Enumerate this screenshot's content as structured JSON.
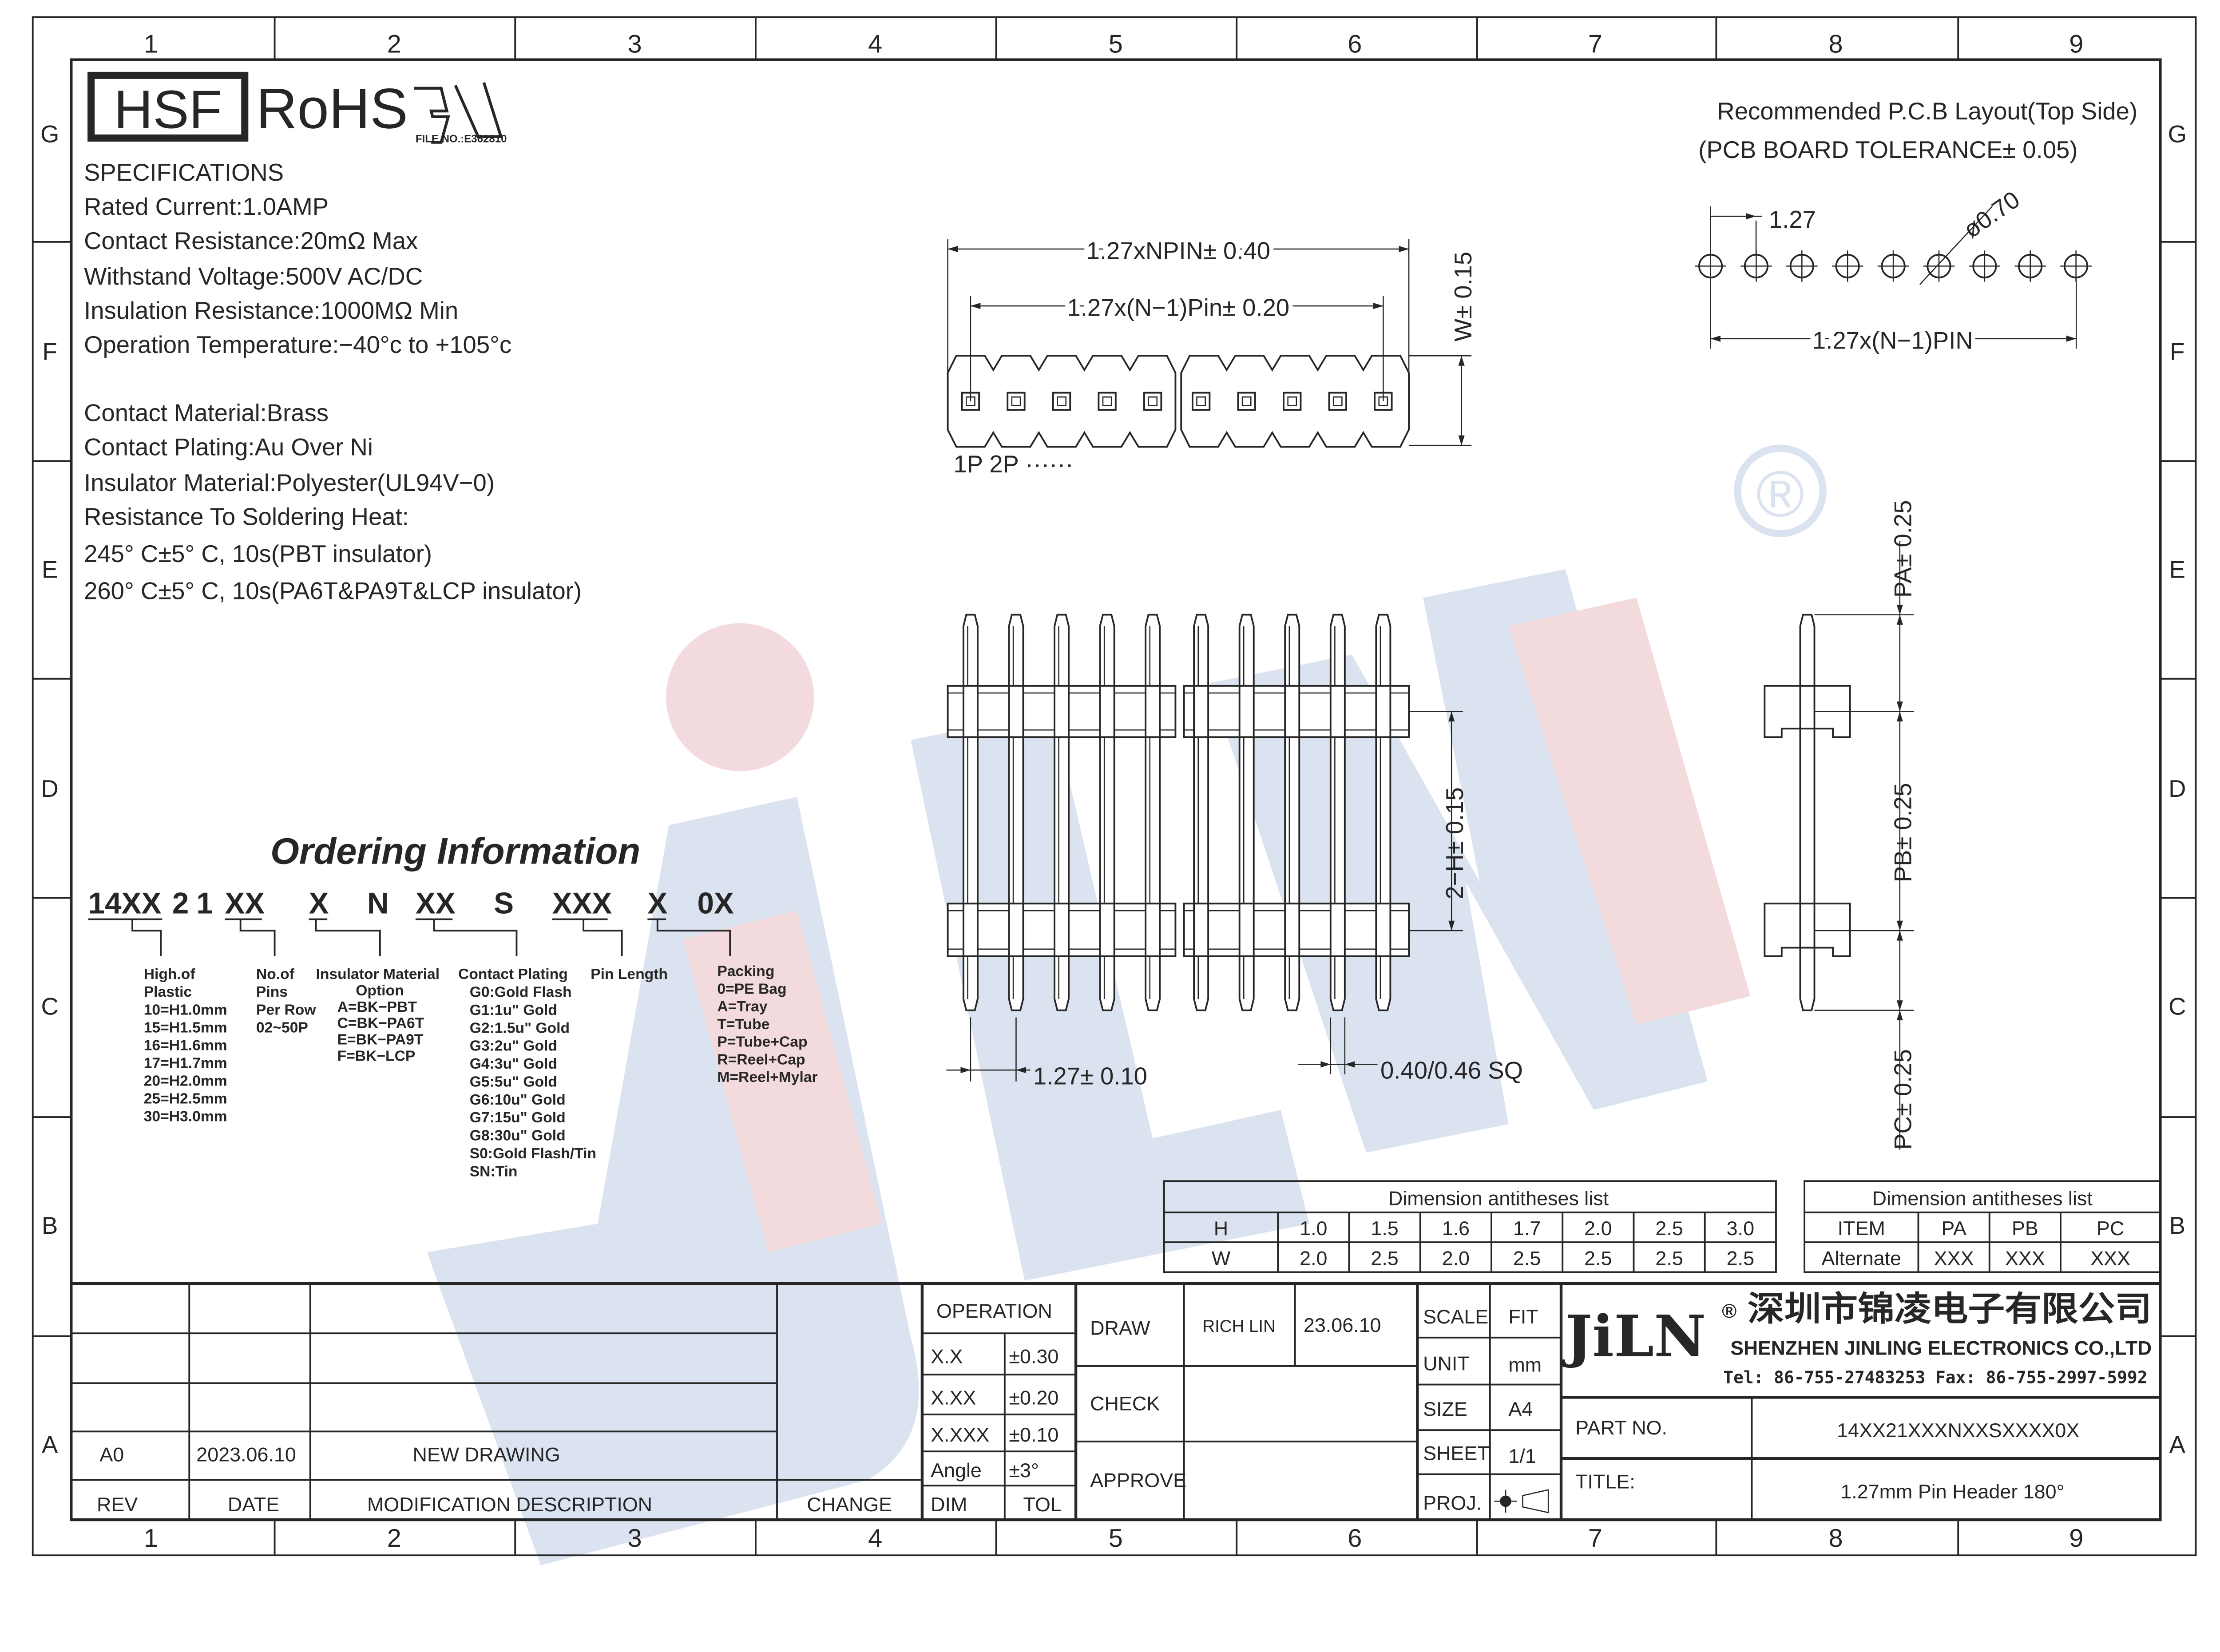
{
  "frame": {
    "columns": [
      "1",
      "2",
      "3",
      "4",
      "5",
      "6",
      "7",
      "8",
      "9"
    ],
    "rows": [
      "G",
      "F",
      "E",
      "D",
      "C",
      "B",
      "A"
    ]
  },
  "logos": {
    "hsf": "HSF",
    "rohs": "RoHS",
    "ul_file": "FILE NO.:E362810"
  },
  "specifications": {
    "heading": "SPECIFICATIONS",
    "lines": [
      "Rated  Current:1.0AMP",
      "Contact  Resistance:20mΩ Max",
      "Withstand  Voltage:500V  AC/DC",
      "Insulation  Resistance:1000MΩ Min",
      "Operation  Temperature:−40°c  to  +105°c",
      "Contact  Material:Brass",
      "Contact  Plating:Au  Over  Ni",
      "Insulator  Material:Polyester(UL94V−0)",
      "Resistance  To  Soldering  Heat:",
      "245° C±5° C, 10s(PBT  insulator)",
      "260° C±5° C, 10s(PA6T&PA9T&LCP  insulator)"
    ]
  },
  "ordering": {
    "title": "Ordering Information",
    "code_parts": [
      "14XX",
      "2",
      "1",
      "XX",
      "X",
      "N",
      "XX",
      "S",
      "XXX",
      "X",
      "0X"
    ],
    "groups": [
      {
        "lines": [
          "High.of",
          "Plastic",
          "10=H1.0mm",
          "15=H1.5mm",
          "16=H1.6mm",
          "17=H1.7mm",
          "20=H2.0mm",
          "25=H2.5mm",
          "30=H3.0mm"
        ]
      },
      {
        "lines": [
          "No.of",
          "Pins",
          "Per  Row",
          "02~50P"
        ]
      },
      {
        "lines": [
          "Insulator  Material",
          "Option",
          "A=BK−PBT",
          "C=BK−PA6T",
          "E=BK−PA9T",
          "F=BK−LCP"
        ]
      },
      {
        "lines": [
          "Contact  Plating",
          "G0:Gold  Flash",
          "G1:1u\"  Gold",
          "G2:1.5u\"  Gold",
          "G3:2u\"  Gold",
          "G4:3u\"  Gold",
          "G5:5u\"  Gold",
          "G6:10u\"  Gold",
          "G7:15u\"  Gold",
          "G8:30u\"  Gold",
          "S0:Gold  Flash/Tin",
          "SN:Tin"
        ]
      },
      {
        "lines": [
          "Pin  Length"
        ]
      },
      {
        "lines": [
          "Packing",
          "0=PE  Bag",
          "A=Tray",
          "T=Tube",
          "P=Tube+Cap",
          "R=Reel+Cap",
          "M=Reel+Mylar"
        ]
      }
    ]
  },
  "pcb_layout": {
    "title_lines": [
      "Recommended  P.C.B  Layout(Top  Side)",
      "(PCB  BOARD  TOLERANCE± 0.05)"
    ],
    "pitch": "1.27",
    "hole": "ø0.70",
    "span": "1.27x(N−1)PIN",
    "hole_count": 9
  },
  "top_view": {
    "dim_total": "1.27xNPIN± 0.40",
    "dim_span": "1.27x(N−1)Pin± 0.20",
    "width": "W± 0.15",
    "pin_labels": "1P  2P  ······"
  },
  "front_view": {
    "height": "2−H± 0.15",
    "pitch": "1.27± 0.10",
    "pin_size": "0.40/0.46  SQ"
  },
  "side_view": {
    "pa": "PA± 0.25",
    "pb": "PB± 0.25",
    "pc": "PC± 0.25"
  },
  "watermark": {
    "brand": "JiLN",
    "registered": "®"
  },
  "dim_table_hw": {
    "title": "Dimension  antitheses  list",
    "rows": [
      [
        "H",
        "1.0",
        "1.5",
        "1.6",
        "1.7",
        "2.0",
        "2.5",
        "3.0"
      ],
      [
        "W",
        "2.0",
        "2.5",
        "2.0",
        "2.5",
        "2.5",
        "2.5",
        "2.5"
      ]
    ]
  },
  "dim_table_p": {
    "title": "Dimension  antitheses  list",
    "rows": [
      [
        "ITEM",
        "PA",
        "PB",
        "PC"
      ],
      [
        "Alternate",
        "XXX",
        "XXX",
        "XXX"
      ]
    ]
  },
  "title_block": {
    "revision": {
      "rev": "A0",
      "date": "2023.06.10",
      "description": "NEW  DRAWING"
    },
    "headers": {
      "rev": "REV",
      "date": "DATE",
      "description": "MODIFICATION  DESCRIPTION",
      "change": "CHANGE"
    },
    "tolerance": {
      "title": "OPERATION",
      "rows": [
        [
          "X.X",
          "±0.30"
        ],
        [
          "X.XX",
          "±0.20"
        ],
        [
          "X.XXX",
          "±0.10"
        ],
        [
          "Angle",
          "±3°"
        ]
      ],
      "dim": "DIM",
      "tol": "TOL"
    },
    "approvals": {
      "draw": "DRAW",
      "check": "CHECK",
      "approve": "APPROVE",
      "drawer": "RICH  LIN",
      "draw_date": "23.06.10"
    },
    "sheet_info": {
      "scale_label": "SCALE",
      "scale": "FIT",
      "unit_label": "UNIT",
      "unit": "mm",
      "size_label": "SIZE",
      "size": "A4",
      "sheet_label": "SHEET",
      "sheet": "1/1",
      "proj_label": "PROJ."
    },
    "company": {
      "logo": "JiLN",
      "registered": "®",
      "name_cn": "深圳市锦凌电子有限公司",
      "name_en": "SHENZHEN JINLING ELECTRONICS CO.,LTD",
      "contact": "Tel: 86-755-27483253   Fax: 86-755-2997-5992"
    },
    "part_no_label": "PART  NO.",
    "part_no": "14XX21XXXNXXSXXXX0X",
    "title_label": "TITLE:",
    "title": "1.27mm  Pin  Header  180°"
  }
}
